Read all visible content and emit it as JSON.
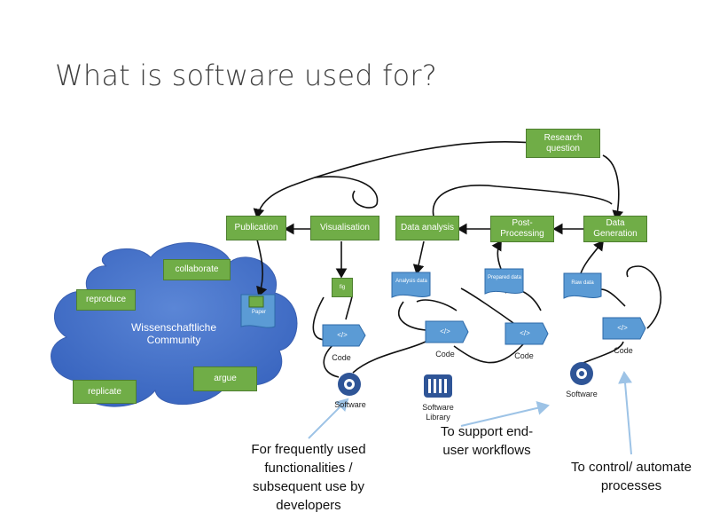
{
  "title": "What is software used for?",
  "boxes": {
    "research_question": "Research question",
    "publication": "Publication",
    "visualisation": "Visualisation",
    "data_analysis": "Data analysis",
    "post_processing": "Post-Processing",
    "data_generation": "Data Generation",
    "collaborate": "collaborate",
    "reproduce": "reproduce",
    "replicate": "replicate",
    "argue": "argue"
  },
  "cloud": {
    "label": "Wissenschaftliche Community"
  },
  "docs": {
    "paper": "Paper",
    "fig": "fig",
    "analysis_data": "Analysis data",
    "prepared_data": "Prepared data",
    "raw_data": "Raw data"
  },
  "code_symbol": "</>",
  "labels": {
    "code1": "Code",
    "code2": "Code",
    "code3": "Code",
    "code4": "Code",
    "software1": "Software",
    "software_library": "Software Library",
    "software2": "Software"
  },
  "notes": {
    "frequently": "For frequently used functionalities / subsequent use by developers",
    "support": "To support end-user workflows",
    "control": "To control/ automate processes"
  },
  "colors": {
    "green": "#70ad47",
    "blue": "#4472c4",
    "doc_blue": "#5b9bd5",
    "arrow_blue": "#9dc3e6"
  }
}
